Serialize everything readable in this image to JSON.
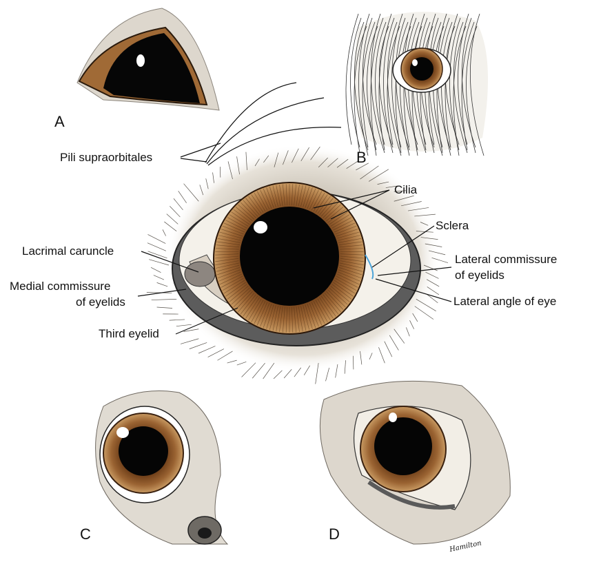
{
  "panels": {
    "a": "A",
    "b": "B",
    "c": "C",
    "d": "D"
  },
  "labels": {
    "pili_supraorbitales": "Pili supraorbitales",
    "cilia": "Cilia",
    "sclera": "Sclera",
    "lacrimal_caruncle": "Lacrimal caruncle",
    "lateral_commissure_1": "Lateral commissure",
    "lateral_commissure_2": "of eyelids",
    "medial_commissure_1": "Medial commissure",
    "medial_commissure_2": "of eyelids",
    "lateral_angle": "Lateral angle of eye",
    "third_eyelid": "Third eyelid"
  },
  "signature": "Hamilton",
  "colors": {
    "iris": "#8a5529",
    "iris_light": "#c4925a",
    "pupil": "#050505",
    "fur": "#d8d2c8",
    "fur_dark": "#7c756c",
    "lid": "#6e6e6e",
    "sclera": "#f4f1ea"
  }
}
